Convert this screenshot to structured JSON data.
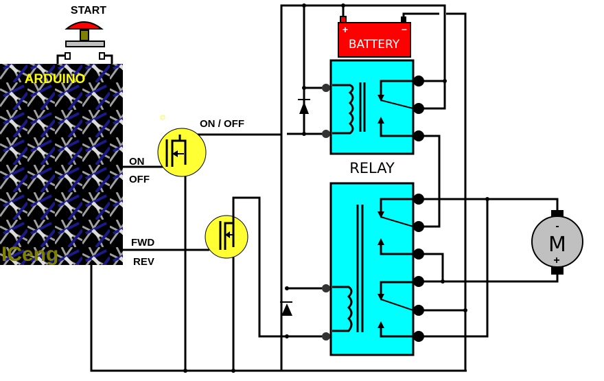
{
  "diagram": {
    "title": "Arduino motor control with relays",
    "colors": {
      "relay_fill": "#00ffff",
      "battery_fill": "#ff0000",
      "mosfet_fill": "#ffff33",
      "motor_fill": "#c0c0c0",
      "arduino_label": "#ffff00",
      "iceng_label": "#808000",
      "button_cap": "#ff0000"
    },
    "start_button": {
      "label": "START"
    },
    "arduino": {
      "label": "ARDUINO",
      "watermark": "ICeng"
    },
    "battery": {
      "label": "BATTERY",
      "plus": "+",
      "minus": "−"
    },
    "signals": {
      "on": "ON",
      "off": "OFF",
      "fwd": "FWD",
      "rev": "REV",
      "on_off": "ON / OFF"
    },
    "relay": {
      "label": "RELAY"
    },
    "motor": {
      "label": "M",
      "minus": "-",
      "plus": "+"
    }
  }
}
